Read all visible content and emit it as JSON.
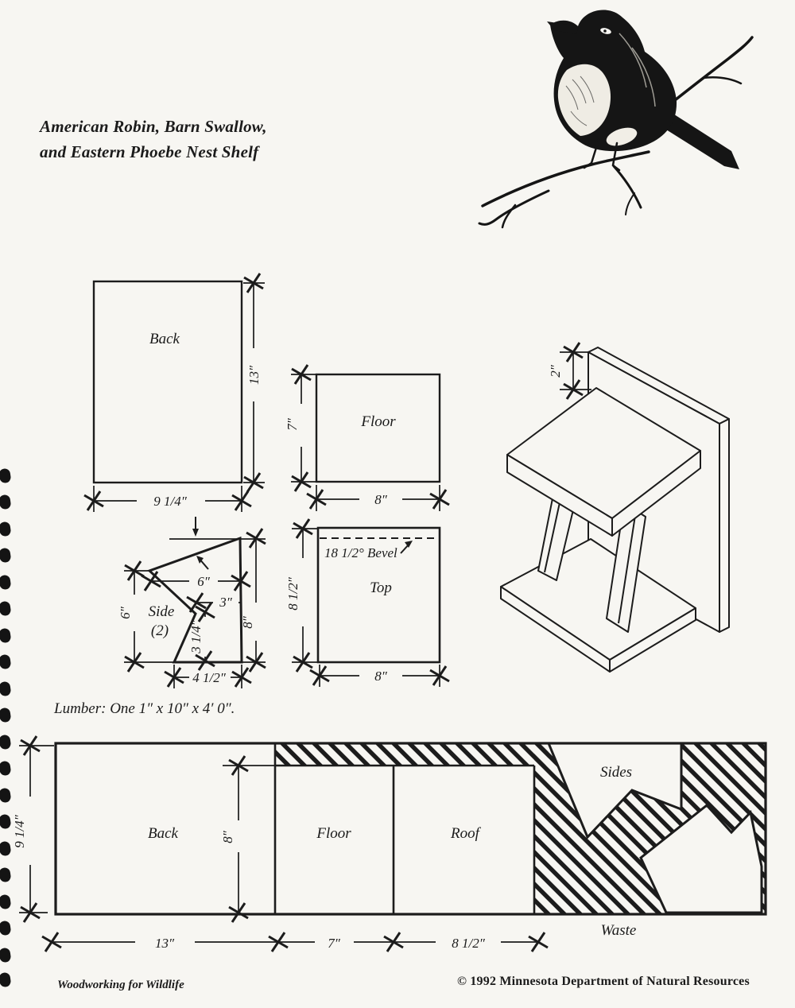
{
  "page": {
    "title_line1": "American Robin, Barn Swallow,",
    "title_line2": "and Eastern Phoebe Nest Shelf",
    "lumber_note": "Lumber: One 1″ x 10″ x 4′ 0″.",
    "footer_left": "Woodworking for Wildlife",
    "footer_right": "© 1992 Minnesota Department of Natural Resources"
  },
  "colors": {
    "ink": "#1c1c1c",
    "paper": "#f7f6f2"
  },
  "illustration": {
    "description": "American Robin perched on bare branches"
  },
  "parts": {
    "back": {
      "label": "Back",
      "width_dim": "9 1/4″",
      "height_dim": "13″"
    },
    "floor": {
      "label": "Floor",
      "width_dim": "8″",
      "height_dim": "7″"
    },
    "side": {
      "label": "Side",
      "qty": "(2)",
      "left_dim": "6″",
      "top_dim": "6″",
      "notch_depth_dim": "3″",
      "notch_height_dim": "3 1/4″",
      "right_dim": "8″",
      "bottom_dim": "4 1/2″"
    },
    "top": {
      "label": "Top",
      "width_dim": "8″",
      "height_dim": "8 1/2″",
      "bevel_note": "18 1/2° Bevel"
    },
    "assembly": {
      "back_top_dim": "2″"
    }
  },
  "cutting_layout": {
    "board_height_dim": "9 1/4″",
    "inner_height_dim": "8″",
    "sections": [
      {
        "label": "Back",
        "width_dim": "13″"
      },
      {
        "label": "Floor",
        "width_dim": "7″"
      },
      {
        "label": "Roof",
        "width_dim": "8 1/2″"
      }
    ],
    "sides_label": "Sides",
    "waste_label": "Waste"
  }
}
